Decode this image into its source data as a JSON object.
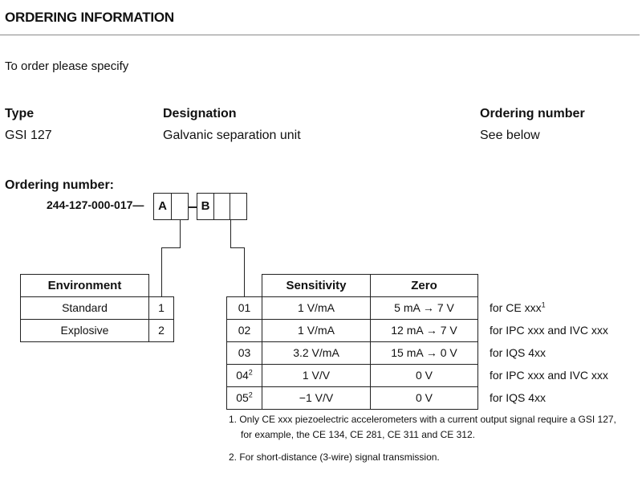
{
  "section": {
    "title": "ORDERING INFORMATION",
    "intro": "To order please specify"
  },
  "spec": {
    "headers": {
      "type": "Type",
      "designation": "Designation",
      "ordering_number": "Ordering number"
    },
    "values": {
      "type": "GSI 127",
      "designation": "Galvanic separation unit",
      "ordering_number": "See below"
    }
  },
  "ordering": {
    "label": "Ordering number:",
    "base": "244-127-000-017—",
    "code_a": "A",
    "code_b": "B"
  },
  "environment_table": {
    "header": "Environment",
    "rows": [
      {
        "name": "Standard",
        "code": "1"
      },
      {
        "name": "Explosive",
        "code": "2"
      }
    ]
  },
  "sensitivity_table": {
    "headers": {
      "sensitivity": "Sensitivity",
      "zero": "Zero"
    },
    "rows": [
      {
        "code": "01",
        "code_sup": "",
        "sensitivity": "1 V/mA",
        "zero": "5 mA → 7 V",
        "for": "for CE xxx",
        "for_sup": "1"
      },
      {
        "code": "02",
        "code_sup": "",
        "sensitivity": "1 V/mA",
        "zero": "12 mA → 7 V",
        "for": "for IPC xxx and IVC xxx",
        "for_sup": ""
      },
      {
        "code": "03",
        "code_sup": "",
        "sensitivity": "3.2 V/mA",
        "zero": "15 mA → 0 V",
        "for": "for IQS 4xx",
        "for_sup": ""
      },
      {
        "code": "04",
        "code_sup": "2",
        "sensitivity": "1 V/V",
        "zero": "0 V",
        "for": "for IPC xxx and IVC xxx",
        "for_sup": ""
      },
      {
        "code": "05",
        "code_sup": "2",
        "sensitivity": "−1 V/V",
        "zero": "0 V",
        "for": "for IQS 4xx",
        "for_sup": ""
      }
    ]
  },
  "footnotes": [
    {
      "line1": "1. Only CE xxx piezoelectric accelerometers with a current output signal require a GSI 127,",
      "line2": "for example, the CE 134, CE 281, CE 311 and CE 312."
    },
    {
      "line1": "2. For short-distance (3-wire) signal transmission.",
      "line2": ""
    }
  ]
}
